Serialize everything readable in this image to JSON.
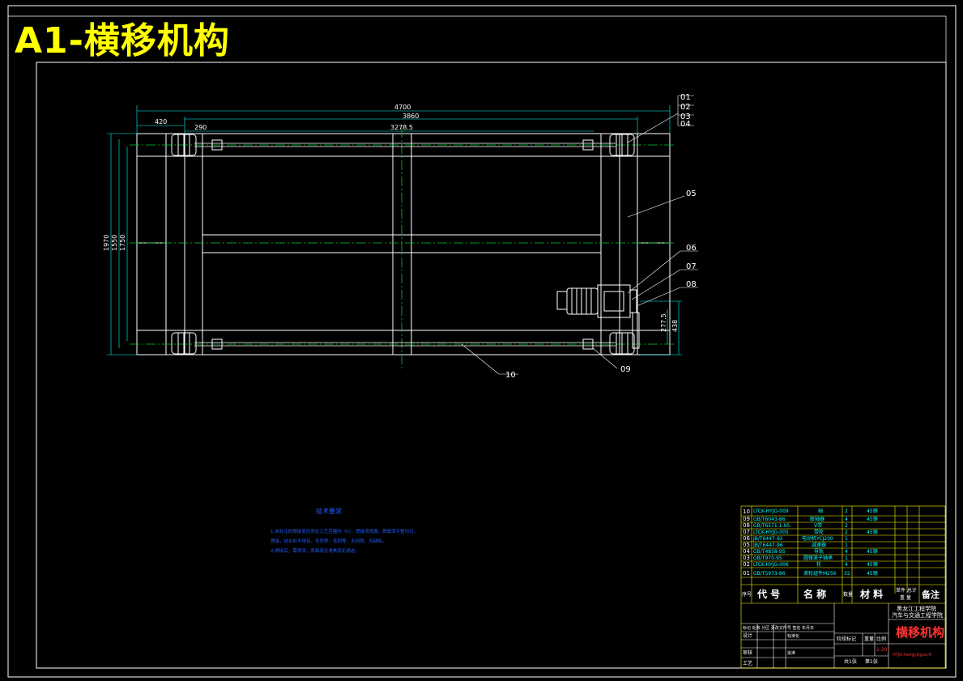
{
  "title": "A1-横移机构",
  "dimensions": {
    "overall_length": "4700",
    "frame_length": "3860",
    "left_offset": "420",
    "inner_offset": "290",
    "wheel_span": "3278.5",
    "overall_height": "1970",
    "inner_height": "1550",
    "rail_height": "1750",
    "motor_offset": "277.5",
    "motor_height": "438"
  },
  "part_labels": [
    "01",
    "02",
    "03",
    "04",
    "05",
    "06",
    "07",
    "08",
    "09",
    "10"
  ],
  "tech_requirements": {
    "title": "技术要求",
    "lines": [
      "1.未标注的焊接变形须在工艺范围内（h），焊接须饱满，焊缝须平整均匀，",
      "焊接，结合处不得有，毛刺等，毛刺等，无间隙，无缺陷。",
      "2.焊接后，需喷漆，表面须光滑美观无锈迹。"
    ]
  },
  "bom": {
    "rows": [
      {
        "no": "10",
        "code": "LTCK-HYJG-009",
        "name": "轴",
        "qty": "2",
        "mat": "45钢"
      },
      {
        "no": "09",
        "code": "GB/T6043-86",
        "name": "联轴器",
        "qty": "4",
        "mat": "45钢"
      },
      {
        "no": "08",
        "code": "GB/T6571.1-95",
        "name": "V带",
        "qty": "2",
        "mat": ""
      },
      {
        "no": "07",
        "code": "LTCK-HYJG-005",
        "name": "带轮",
        "qty": "2",
        "mat": "45钢"
      },
      {
        "no": "06",
        "code": "JB/T6447-92",
        "name": "电动机YCJ200",
        "qty": "1",
        "mat": ""
      },
      {
        "no": "05",
        "code": "JB/T6447-96",
        "name": "减速器",
        "qty": "1",
        "mat": ""
      },
      {
        "no": "04",
        "code": "GB/T4858-95",
        "name": "导轨",
        "qty": "4",
        "mat": "45钢"
      },
      {
        "no": "03",
        "code": "GB/T970-95",
        "name": "圆锥滚子轴承",
        "qty": "1",
        "mat": ""
      },
      {
        "no": "02",
        "code": "LTCK-HYJG-006",
        "name": "轮",
        "qty": "4",
        "mat": "45钢"
      },
      {
        "no": "01",
        "code": "GB/T5973-86",
        "name": "滚轮组件M256",
        "qty": "32",
        "mat": "45钢"
      }
    ],
    "header": {
      "no": "序号",
      "code": "代 号",
      "name": "名 称",
      "qty": "数量",
      "mat": "材 料",
      "unit": "单件 总计",
      "weight": "重 量",
      "note": "备注"
    }
  },
  "title_block": {
    "school_line1": "黑龙江工程学院",
    "school_line2": "汽车与交通工程学院",
    "drawing_name": "横移机构",
    "drawing_code": "HYJG-hengyijigou-0",
    "design": "设计",
    "check": "审核",
    "process": "工艺",
    "approve": "批准",
    "revision_row": "标记 处数 分区 更改文件号 签名 年月日",
    "stage": "阶段标记",
    "weight_lbl": "重量",
    "scale_lbl": "比例",
    "scale_val": "1:20",
    "sheets": "共1张",
    "sheet_no": "第1张",
    "std": "标准化"
  }
}
